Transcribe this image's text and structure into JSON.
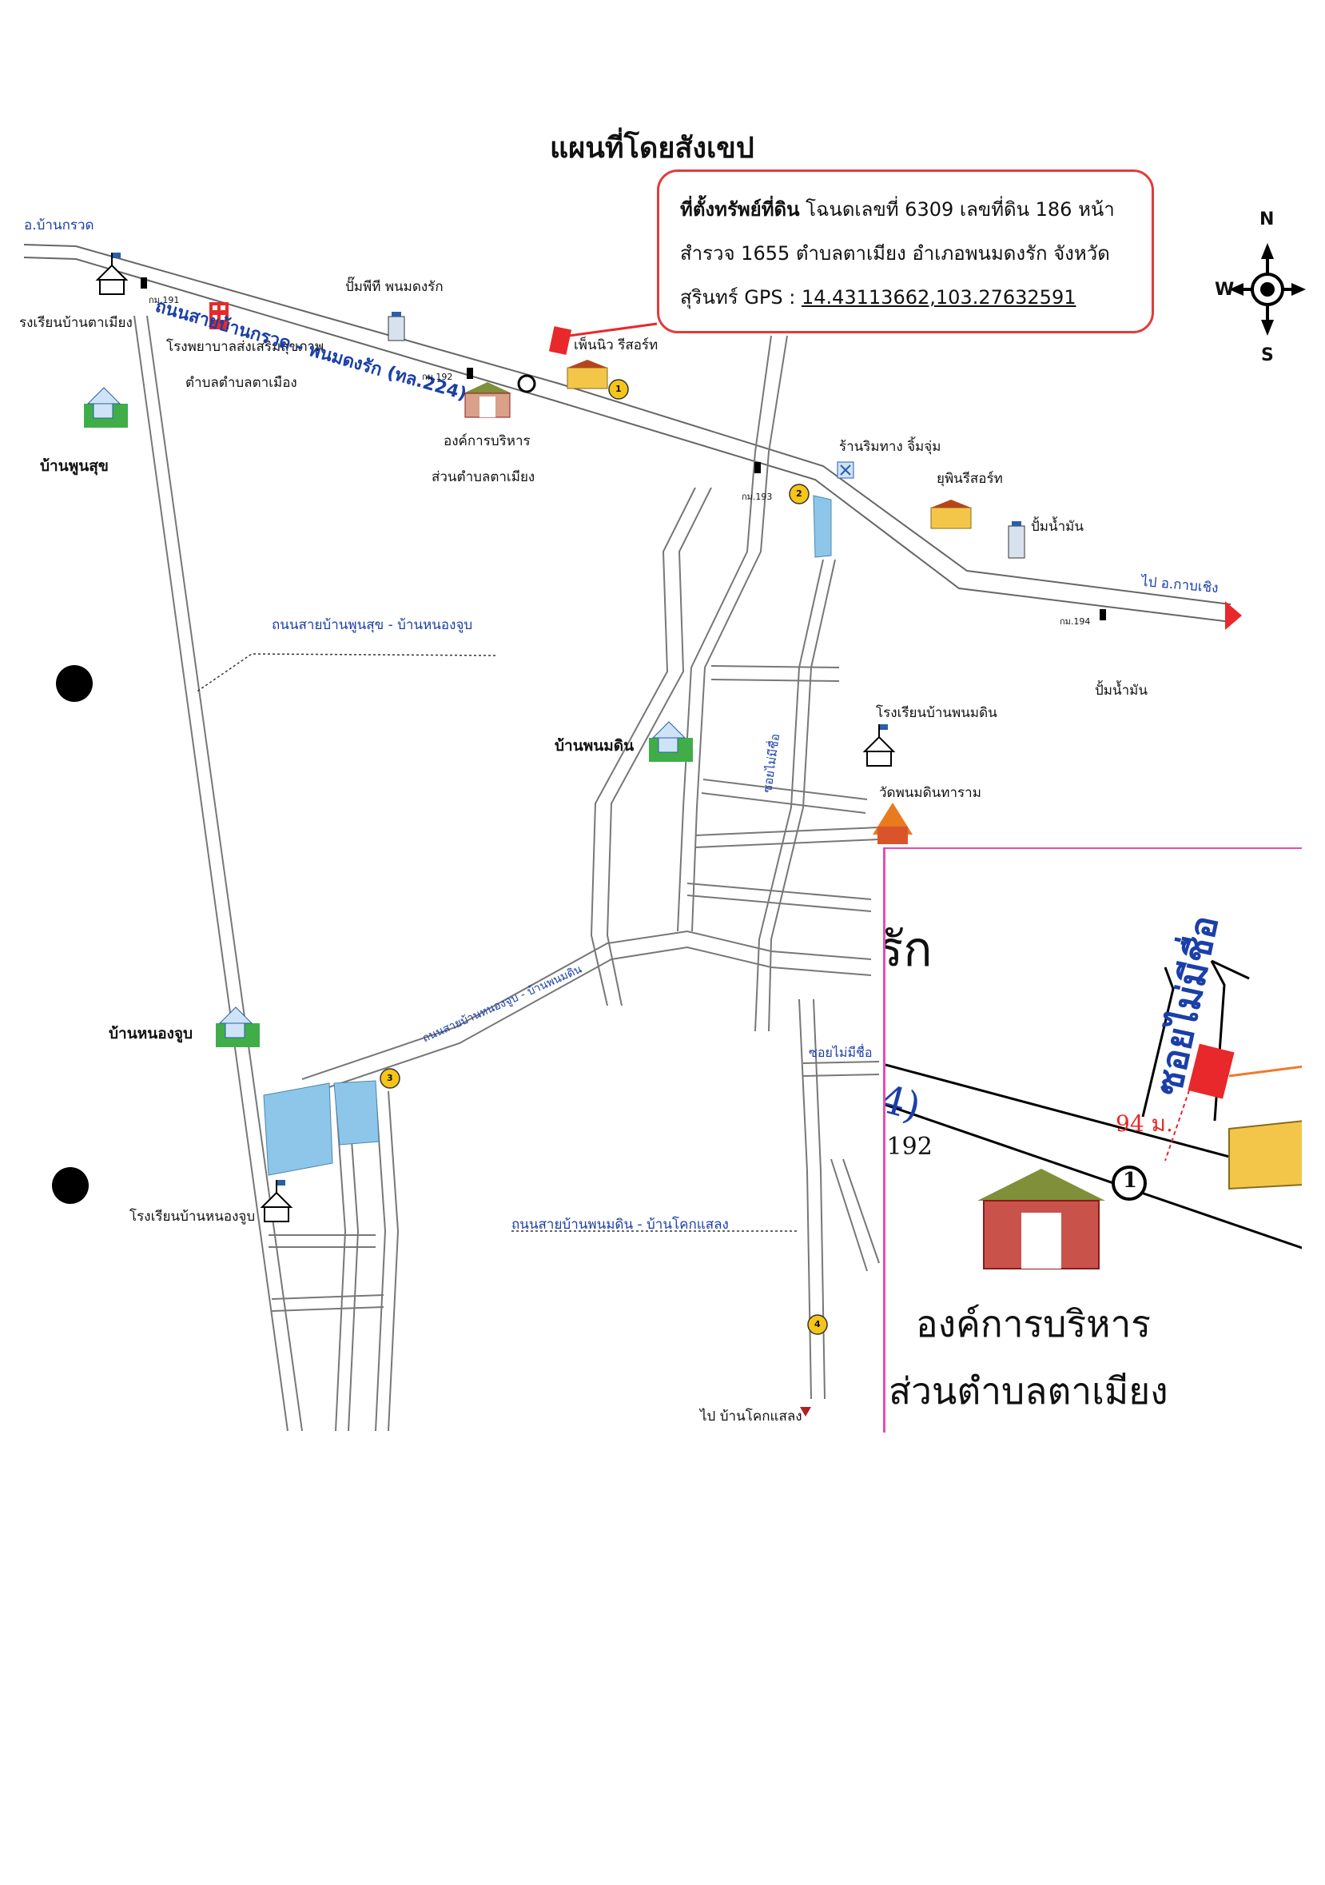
{
  "map": {
    "title": "แผนที่โดยสังเขป",
    "info_box": {
      "heading": "ที่ตั้งทรัพย์ที่ดิน",
      "line1": "โฉนดเลขที่ 6309 เลขที่ดิน 186 หน้า",
      "line2": "สำรวจ 1655 ตำบลตาเมียง อำเภอพนมดงรัก จังหวัด",
      "line3_prefix": "สุรินทร์ GPS : ",
      "gps": "14.43113662,103.27632591"
    },
    "compass": {
      "n": "N",
      "s": "S",
      "w": "W",
      "icon": "compass-rose-icon"
    },
    "places": {
      "ban_kruat": "อ.บ้านกรวด",
      "school_ta_miang": "รงเรียนบ้านตาเมียง",
      "hospital_1": "โรงพยาบาลส่งเสริมสุขภาพ",
      "hospital_2": "ตำบลตำบลตาเมือง",
      "gas_station_1": "ปั๊มพีที พนมดงรัก",
      "ban_phun_suk": "บ้านพูนสุข",
      "resort_1": "เพ็นนิว รีสอร์ท",
      "obt_1": "องค์การบริหาร",
      "obt_2": "ส่วนตำบลตาเมียง",
      "restaurant": "ร้านริมทาง จิ้มจุ่ม",
      "resort_2": "ยุพินรีสอร์ท",
      "gas_station_2": "ปั้มน้ำมัน",
      "to_kap_choeng": "ไป อ.กาบเชิง",
      "gas_station_3": "ปั้มน้ำมัน",
      "ban_phanom_din": "บ้านพนมดิน",
      "school_phanom_din": "โรงเรียนบ้านพนมดิน",
      "temple": "วัดพนมดินทาราม",
      "ban_nong_chup": "บ้านหนองจูบ",
      "school_nong_chup": "โรงเรียนบ้านหนองจูบ",
      "to_khok_saeng": "ไป บ้านโคกแสลง"
    },
    "roads": {
      "main_road": "ถนนสายบ้านกรวด - พนมดงรัก (ทล.224)",
      "road_phun_suk": "ถนนสายบ้านพูนสุข - บ้านหนองจูบ",
      "road_nong_chup": "ถนนสายบ้านหนองจูบ - บ้านพนมดิน",
      "road_phanom_din": "ถนนสายบ้านพนมดิน - บ้านโคกแสลง",
      "soi_unnamed": "ซอยไม่มีชื่อ",
      "soi_unnamed_2": "ซอยไม่มีชื่อ",
      "km_191": "กม.191",
      "km_192": "กม.192",
      "km_193": "กม.193",
      "km_194": "กม.194"
    },
    "markers": [
      "1",
      "2",
      "3",
      "4"
    ],
    "inset": {
      "rak": "รัก",
      "road_no": "4)",
      "km": ".192",
      "soi": "ซอยไม่มีชื่อ",
      "distance": "94 ม.",
      "marker": "1",
      "obt_1": "องค์การบริหาร",
      "obt_2": "ส่วนตำบลตาเมียง"
    },
    "colors": {
      "road": "#6b6b6b",
      "pond": "#8ec6ea",
      "parcel": "#e8282a",
      "accent_line": "#f07a2a",
      "inset_border": "#e64bb5",
      "marker": "#f5c518",
      "road_label": "#1a3fa8"
    }
  }
}
